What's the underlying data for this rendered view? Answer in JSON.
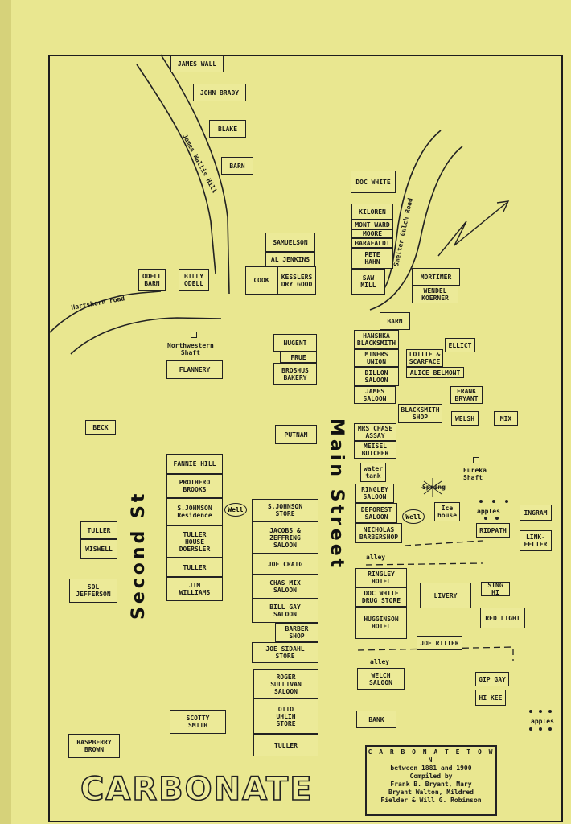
{
  "map": {
    "title": "CARBONATE",
    "streets": {
      "main": "Main Street",
      "second": "Second St"
    },
    "roads": {
      "james_wallis": "James Wallis Hill",
      "hartshorn": "Hartshorn road",
      "smelter_gulch": "Smelter Gulch Road",
      "alley1": "alley",
      "alley2": "alley"
    },
    "landmarks": {
      "northwestern_shaft": "Northwestern\nShaft",
      "eureka_shaft": "Eureka\nShaft",
      "spring": "Spring",
      "apples1": "apples",
      "apples2": "apples"
    },
    "wells": [
      "Well",
      "Well"
    ],
    "credits": {
      "line1": "C A R B O N A T E  T O W N",
      "line2": "between 1881 and 1900",
      "line3": "Compiled by",
      "line4": "Frank B. Bryant, Mary",
      "line5": "Bryant Walton, Mildred",
      "line6": "Fielder & Will G. Robinson"
    },
    "buildings": [
      "JAMES WALL",
      "JOHN BRADY",
      "BLAKE",
      "BARN",
      "DOC WHITE",
      "KILOREN",
      "MONT WARD",
      "MOORE",
      "BARAFALDI",
      "PETE\nHAHN",
      "SAW\nMILL",
      "SAMUELSON",
      "AL JENKINS",
      "COOK",
      "KESSLERS\nDRY GOOD",
      "ODELL\nBARN",
      "BILLY\nODELL",
      "MORTIMER",
      "WENDEL\nKOERNER",
      "BARN",
      "NUGENT",
      "FRUE",
      "BROSHUS\nBAKERY",
      "FLANNERY",
      "HANSHKA\nBLACKSMITH",
      "MINERS\nUNION",
      "DILLON\nSALOON",
      "JAMES\nSALOON",
      "ELLICT",
      "LOTTIE &\nSCARFACE",
      "ALICE BELMONT",
      "FRANK\nBRYANT",
      "BLACKSMITH\nSHOP",
      "WELSH",
      "MIX",
      "BECK",
      "PUTNAM",
      "MRS CHASE\nASSAY",
      "MEISEL\nBUTCHER",
      "water\ntank",
      "FANNIE HILL",
      "PROTHERO\nBROOKS",
      "S.JOHNSON\nResidence",
      "TULLER\nHOUSE\nDOERSLER",
      "TULLER",
      "JIM\nWILLIAMS",
      "S.JOHNSON\nSTORE",
      "JACOBS &\nZEFFRING\nSALOON",
      "JOE CRAIG",
      "CHAS MIX\nSALOON",
      "BILL GAY\nSALOON",
      "BARBER\nSHOP",
      "JOE SIDAHL\nSTORE",
      "RINGLEY\nSALOON",
      "DEFOREST\nSALOON",
      "NICHOLAS\nBARBERSHOP",
      "Ice\nhouse",
      "INGRAM",
      "RIDPATH",
      "LINK-\nFELTER",
      "TULLER",
      "WISWELL",
      "SOL\nJEFFERSON",
      "RINGLEY\nHOTEL",
      "DOC WHITE\nDRUG STORE",
      "HUGGINSON\nHOTEL",
      "LIVERY",
      "SING HI",
      "RED LIGHT",
      "JOE RITTER",
      "WELCH\nSALOON",
      "GIP GAY",
      "HI KEE",
      "ROGER\nSULLIVAN\nSALOON",
      "OTTO\nUHLIH\nSTORE",
      "TULLER",
      "SCOTTY\nSMITH",
      "BANK",
      "RASPBERRY\nBROWN"
    ]
  }
}
